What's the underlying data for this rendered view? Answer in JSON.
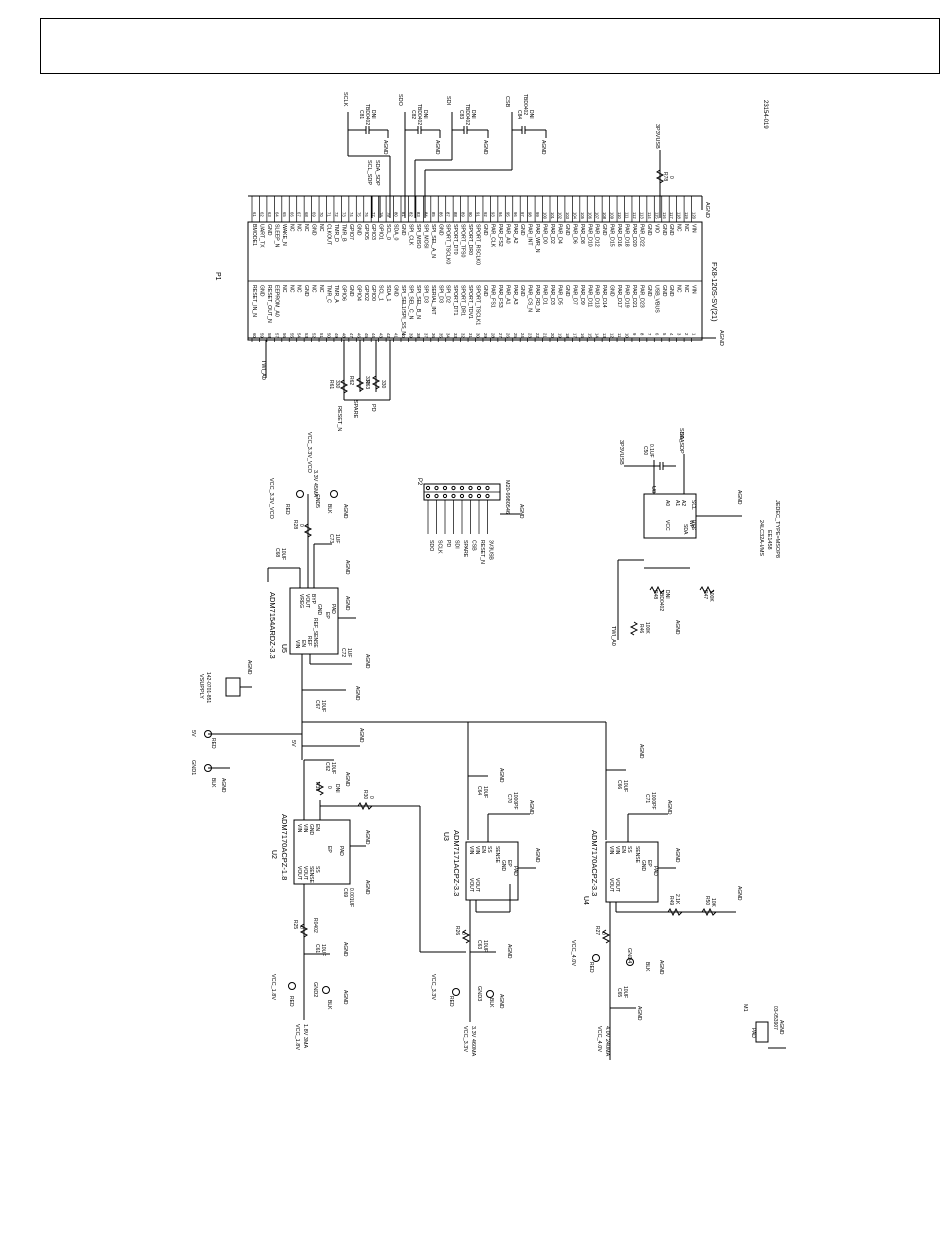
{
  "figure_id": "23154-019",
  "connector": {
    "ref": "P1",
    "part": "FX8-120S-SV(21)",
    "left_pins": [
      {
        "num": "60",
        "name": "RESET_IN_N"
      },
      {
        "num": "59",
        "name": "GND"
      },
      {
        "num": "58",
        "name": "RESET_OUT_N"
      },
      {
        "num": "57",
        "name": "EEPROM_A0"
      },
      {
        "num": "56",
        "name": "NC"
      },
      {
        "num": "55",
        "name": "NC"
      },
      {
        "num": "54",
        "name": "NC"
      },
      {
        "num": "53",
        "name": "GND"
      },
      {
        "num": "52",
        "name": "NC"
      },
      {
        "num": "51",
        "name": "NC"
      },
      {
        "num": "50",
        "name": "TMR_C"
      },
      {
        "num": "49",
        "name": "TMR_A"
      },
      {
        "num": "48",
        "name": "GPIO6"
      },
      {
        "num": "47",
        "name": "GND"
      },
      {
        "num": "46",
        "name": "GPIO4"
      },
      {
        "num": "45",
        "name": "GPIO2"
      },
      {
        "num": "44",
        "name": "GPIO0"
      },
      {
        "num": "43",
        "name": "SCL_1"
      },
      {
        "num": "42",
        "name": "SDA_1"
      },
      {
        "num": "41",
        "name": "GND"
      },
      {
        "num": "40",
        "name": "SPI_SEL1/SPI_SS_N"
      },
      {
        "num": "39",
        "name": "SPI_SEL_C_N"
      },
      {
        "num": "38",
        "name": "SPI_SEL_B_N"
      },
      {
        "num": "37",
        "name": "SPI_D3"
      },
      {
        "num": "36",
        "name": "SERIAL_INT"
      },
      {
        "num": "35",
        "name": "SPI_D3"
      },
      {
        "num": "34",
        "name": "SPI_D2"
      },
      {
        "num": "33",
        "name": "SPORT_DT1"
      },
      {
        "num": "32",
        "name": "SPORT_DR1"
      },
      {
        "num": "31",
        "name": "SPORT_TDV1"
      },
      {
        "num": "30",
        "name": "SPORT_TSCLK1"
      },
      {
        "num": "29",
        "name": "GND"
      },
      {
        "num": "28",
        "name": "PAR_FS1"
      },
      {
        "num": "27",
        "name": "PAR_FS3"
      },
      {
        "num": "26",
        "name": "PAR_A1"
      },
      {
        "num": "25",
        "name": "PAR_A3"
      },
      {
        "num": "24",
        "name": "GND"
      },
      {
        "num": "23",
        "name": "PAR_CS_N"
      },
      {
        "num": "22",
        "name": "PAR_RD_N"
      },
      {
        "num": "21",
        "name": "PAR_D1"
      },
      {
        "num": "20",
        "name": "PAR_D3"
      },
      {
        "num": "19",
        "name": "PAR_D5"
      },
      {
        "num": "18",
        "name": "GND"
      },
      {
        "num": "17",
        "name": "PAR_D7"
      },
      {
        "num": "16",
        "name": "PAR_D9"
      },
      {
        "num": "15",
        "name": "PAR_D11"
      },
      {
        "num": "14",
        "name": "PAR_D13"
      },
      {
        "num": "13",
        "name": "PAR_D14"
      },
      {
        "num": "12",
        "name": "GND"
      },
      {
        "num": "11",
        "name": "PAR_D17"
      },
      {
        "num": "10",
        "name": "PAR_D19"
      },
      {
        "num": "9",
        "name": "PAR_D21"
      },
      {
        "num": "8",
        "name": "PAR_D23"
      },
      {
        "num": "7",
        "name": "GND"
      },
      {
        "num": "6",
        "name": "USB_VBUS"
      },
      {
        "num": "5",
        "name": "GND"
      },
      {
        "num": "4",
        "name": "GND"
      },
      {
        "num": "3",
        "name": "NC"
      },
      {
        "num": "2",
        "name": "NC"
      },
      {
        "num": "1",
        "name": "VIN"
      }
    ],
    "right_pins": [
      {
        "num": "61",
        "name": "BMODE1"
      },
      {
        "num": "62",
        "name": "UART_TX"
      },
      {
        "num": "63",
        "name": "GND"
      },
      {
        "num": "64",
        "name": "SLEEP_N"
      },
      {
        "num": "65",
        "name": "WAKE_N"
      },
      {
        "num": "66",
        "name": "NC"
      },
      {
        "num": "67",
        "name": "NC"
      },
      {
        "num": "68",
        "name": "NC"
      },
      {
        "num": "69",
        "name": "GND"
      },
      {
        "num": "70",
        "name": "NC"
      },
      {
        "num": "71",
        "name": "CLKOUT"
      },
      {
        "num": "72",
        "name": "TMR_D"
      },
      {
        "num": "73",
        "name": "TMR_B"
      },
      {
        "num": "74",
        "name": "GPIO7"
      },
      {
        "num": "75",
        "name": "GND"
      },
      {
        "num": "76",
        "name": "GPIO5"
      },
      {
        "num": "77",
        "name": "GPIO3"
      },
      {
        "num": "78",
        "name": "GPIO1"
      },
      {
        "num": "79",
        "name": "SCL_0"
      },
      {
        "num": "80",
        "name": "SDA_0"
      },
      {
        "num": "81",
        "name": "GND"
      },
      {
        "num": "82",
        "name": "SPI_CLK"
      },
      {
        "num": "83",
        "name": "SPI_MISO"
      },
      {
        "num": "84",
        "name": "SPI_MOSI"
      },
      {
        "num": "85",
        "name": "SPI_SEL_A_N"
      },
      {
        "num": "86",
        "name": "GND"
      },
      {
        "num": "87",
        "name": "SPORT_TSCLK0"
      },
      {
        "num": "88",
        "name": "SPORT_DT0"
      },
      {
        "num": "89",
        "name": "SPORT_TFS0"
      },
      {
        "num": "90",
        "name": "SPORT_DR0"
      },
      {
        "num": "91",
        "name": "SPORT_RSCLK0"
      },
      {
        "num": "92",
        "name": "GND"
      },
      {
        "num": "93",
        "name": "PAR_CLK"
      },
      {
        "num": "94",
        "name": "PAR_FS2"
      },
      {
        "num": "95",
        "name": "PAR_A0"
      },
      {
        "num": "96",
        "name": "PAR_A2"
      },
      {
        "num": "97",
        "name": "GND"
      },
      {
        "num": "98",
        "name": "PAR_INT"
      },
      {
        "num": "99",
        "name": "PAR_WR_N"
      },
      {
        "num": "100",
        "name": "PAR_D0"
      },
      {
        "num": "101",
        "name": "PAR_D2"
      },
      {
        "num": "102",
        "name": "PAR_D4"
      },
      {
        "num": "103",
        "name": "GND"
      },
      {
        "num": "104",
        "name": "PAR_D6"
      },
      {
        "num": "105",
        "name": "PAR_D8"
      },
      {
        "num": "106",
        "name": "PAR_D10"
      },
      {
        "num": "107",
        "name": "PAR_D12"
      },
      {
        "num": "108",
        "name": "GND"
      },
      {
        "num": "109",
        "name": "PAR_D15"
      },
      {
        "num": "110",
        "name": "PAR_D16"
      },
      {
        "num": "111",
        "name": "PAR_D18"
      },
      {
        "num": "112",
        "name": "PAR_D20"
      },
      {
        "num": "113",
        "name": "PAR_D22"
      },
      {
        "num": "114",
        "name": "GND"
      },
      {
        "num": "115",
        "name": "VIO"
      },
      {
        "num": "116",
        "name": "GND"
      },
      {
        "num": "117",
        "name": "GND"
      },
      {
        "num": "118",
        "name": "NC"
      },
      {
        "num": "119",
        "name": "NC"
      },
      {
        "num": "120",
        "name": "VIN"
      }
    ]
  },
  "top_caps": [
    {
      "ref": "C81",
      "val": "TBD0402",
      "dni": "DNI",
      "net": "SCLK"
    },
    {
      "ref": "C82",
      "val": "TBD0402",
      "dni": "DNI",
      "net": "SDO"
    },
    {
      "ref": "C83",
      "val": "TBD0402",
      "dni": "DNI",
      "net": "SDI"
    },
    {
      "ref": "C84",
      "val": "TBD0402",
      "dni": "DNI",
      "net": "CSB"
    }
  ],
  "labels": {
    "agnd": "AGND",
    "scl_sdp": "SCL_SDP",
    "sda_sdp": "SDA_SDP",
    "v3p3vusb": "3P3VUSB",
    "twi_a0": "TWI_A0",
    "reset_n": "RESET_N",
    "spare": "SPARE",
    "pd": "PD",
    "r78_ref": "R78",
    "r78_val": "0",
    "r61_ref": "R61",
    "r62_ref": "R62",
    "r63_ref": "R63",
    "r_330": "330",
    "red": "RED",
    "blk": "BLK",
    "five_v": "5V",
    "gnd1": "GND1",
    "vsupply": "VSUPPLY",
    "vsupply_part": "142-0701-851"
  },
  "p2": {
    "ref": "P2",
    "part": "M20-9980546",
    "signals": [
      "SDO",
      "SCLK",
      "PD",
      "SDI",
      "SPARE",
      "CSB",
      "RESET_N",
      "3V3USB"
    ]
  },
  "eeprom": {
    "ref": "U8",
    "part": "24LC32A-I/MS",
    "part2": "EE1458",
    "pkg": "JEDEC_TYPE=MSOP8",
    "pins": [
      "VCC",
      "A0",
      "A1",
      "A2",
      "SDA",
      "SCL",
      "WP",
      "VSS"
    ],
    "c50_ref": "C50",
    "c50_val": "0.1UF",
    "r46_ref": "R46",
    "r46_val": "100K",
    "r47_ref": "R47",
    "r47_val": "100K",
    "r48_ref": "R48",
    "r48_val": "TBD0402",
    "r48_dni": "DNI"
  },
  "u5": {
    "ref": "U5",
    "part": "ADM7154ARDZ-3.3",
    "pins_left": [
      "VIN",
      "EN",
      "REF",
      "REF_SENSE"
    ],
    "pins_right": [
      "VREG",
      "VOUT",
      "BYP",
      "GND",
      "EP",
      "PAD"
    ],
    "vcc_label": "VCC_3.3V_VCO",
    "vcc_desc": "3.3V 45MA",
    "c68_ref": "C68",
    "c68_val": "10UF",
    "c73_ref": "C73",
    "c73_val": "1UF",
    "c72_ref": "C72",
    "c72_val": "1UF",
    "c67_ref": "C67",
    "c67_val": "10UF",
    "r28_ref": "R28",
    "r28_val": "0",
    "gnd5": "GND5"
  },
  "u2": {
    "ref": "U2",
    "part": "ADM7170ACPZ-1.8",
    "pins_left": [
      "VOUT",
      "VOUT",
      "SENSE",
      "SS"
    ],
    "pins_right": [
      "VIN",
      "VIN",
      "GND",
      "EN",
      "EP",
      "PAD"
    ],
    "c62_ref": "C62",
    "c62_val": "10UF",
    "r31_ref": "R31",
    "r31_val": "0",
    "r31_dni": "DNI",
    "r30_ref": "R30",
    "r30_val": "0",
    "c69_ref": "C69",
    "c69_val": "0.001UF",
    "r25_ref": "R25",
    "r25_val": "0",
    "r25_pkg": "R0402",
    "c61_ref": "C61",
    "c61_val": "10UF",
    "vcc_label": "VCC_1.8V",
    "vcc_net": "VCC_1.8V",
    "vcc_desc": "1.8V 3MA",
    "gnd2": "GND2"
  },
  "u3": {
    "ref": "U3",
    "part": "ADM7171ACPZ-3.3",
    "pins_left": [
      "VOUT",
      "VOUT"
    ],
    "pins_right": [
      "VIN",
      "VIN",
      "EN",
      "SS",
      "SENSE",
      "GND",
      "EP",
      "PAD"
    ],
    "c64_ref": "C64",
    "c64_val": "10UF",
    "c70_ref": "C70",
    "c70_val": "1000PF",
    "r26_ref": "R26",
    "r26_val": "0",
    "c63_ref": "C63",
    "c63_val": "10UF",
    "vcc_label": "VCC_3.3V",
    "vcc_net": "VCC_3.3V",
    "vcc_desc": "3.3V 460MA",
    "gnd3": "GND3"
  },
  "u4": {
    "ref": "U4",
    "part": "ADM7170ACPZ-3.3",
    "pins_left": [
      "VOUT",
      "VOUT"
    ],
    "pins_right": [
      "VIN",
      "VIN",
      "EN",
      "SS",
      "SENSE",
      "GND",
      "EP",
      "PAD"
    ],
    "c66_ref": "C66",
    "c66_val": "10UF",
    "c71_ref": "C71",
    "c71_val": "1000PF",
    "r49_ref": "R49",
    "r49_val": "2.1K",
    "r50_ref": "R50",
    "r50_val": "10K",
    "r27_ref": "R27",
    "r27_val": "0",
    "c65_ref": "C65",
    "c65_val": "10UF",
    "vcc_label": "VCC_4.0V",
    "vcc_net": "VCC_4.0V",
    "vcc_desc": "4.0V 240MA",
    "gnd4": "GND4"
  },
  "m1": {
    "ref": "M1",
    "part": "03-053907",
    "pad": "PAD"
  }
}
